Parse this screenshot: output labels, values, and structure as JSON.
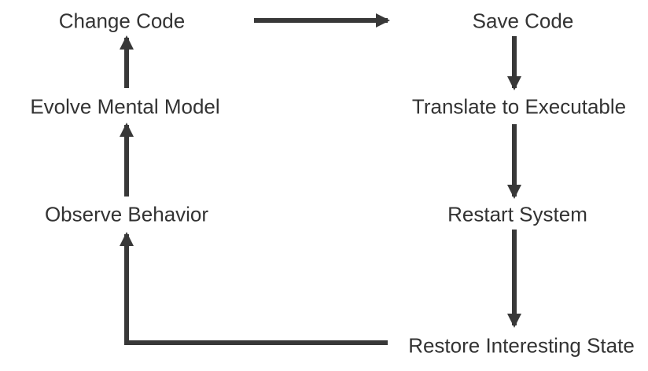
{
  "diagram": {
    "type": "flowchart",
    "description": "Edit-compile-run feedback loop diagram",
    "nodes": {
      "change_code": "Change Code",
      "save_code": "Save Code",
      "evolve_mental_model": "Evolve Mental Model",
      "translate_to_executable": "Translate to Executable",
      "observe_behavior": "Observe Behavior",
      "restart_system": "Restart System",
      "restore_interesting_state": "Restore Interesting State"
    },
    "edges": [
      {
        "from": "change_code",
        "to": "save_code",
        "shape": "horizontal-right"
      },
      {
        "from": "save_code",
        "to": "translate_to_executable",
        "shape": "vertical-down"
      },
      {
        "from": "translate_to_executable",
        "to": "restart_system",
        "shape": "vertical-down"
      },
      {
        "from": "restart_system",
        "to": "restore_interesting_state",
        "shape": "vertical-down"
      },
      {
        "from": "restore_interesting_state",
        "to": "observe_behavior",
        "shape": "elbow-left-then-up"
      },
      {
        "from": "observe_behavior",
        "to": "evolve_mental_model",
        "shape": "vertical-up"
      },
      {
        "from": "evolve_mental_model",
        "to": "change_code",
        "shape": "vertical-up"
      }
    ],
    "colors": {
      "background": "#ffffff",
      "text": "#333333",
      "arrow": "#383838"
    }
  }
}
